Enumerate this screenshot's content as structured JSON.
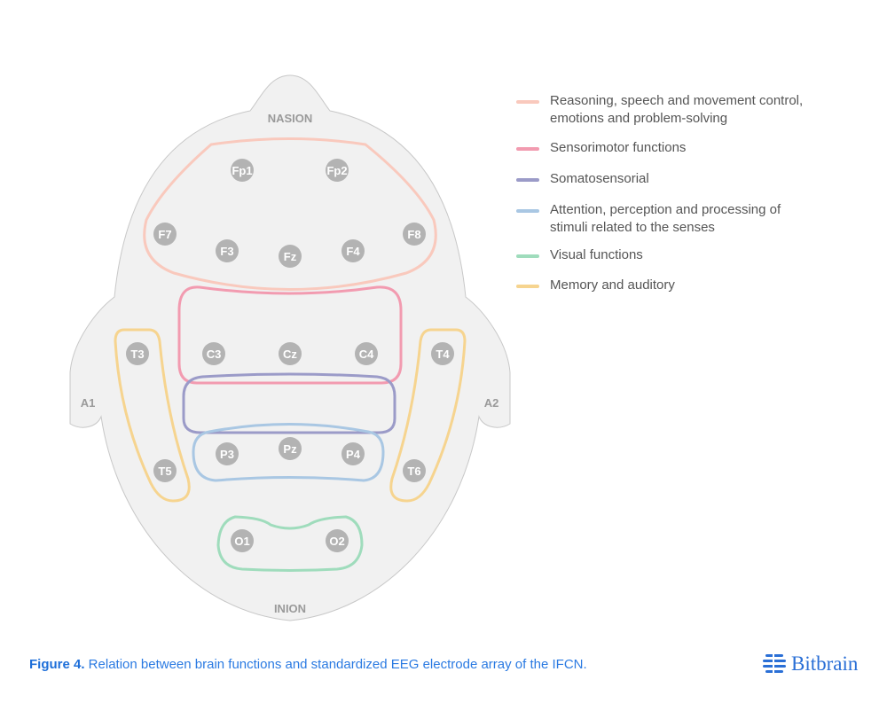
{
  "labels": {
    "nasion": "NASION",
    "inion": "INION",
    "a1": "A1",
    "a2": "A2"
  },
  "electrodes": [
    "Fp1",
    "Fp2",
    "F7",
    "F3",
    "Fz",
    "F4",
    "F8",
    "T3",
    "C3",
    "Cz",
    "C4",
    "T4",
    "P3",
    "Pz",
    "P4",
    "T5",
    "T6",
    "O1",
    "O2"
  ],
  "legend": [
    {
      "label": "Reasoning, speech and movement control, emotions and problem-solving",
      "color": "#f9c9bd"
    },
    {
      "label": "Sensorimotor functions",
      "color": "#f29bb0"
    },
    {
      "label": "Somatosensorial",
      "color": "#9b9bc8"
    },
    {
      "label": "Attention, perception and processing of stimuli related to the senses",
      "color": "#a9c7e3"
    },
    {
      "label": "Visual functions",
      "color": "#9fdcbc"
    },
    {
      "label": "Memory and auditory",
      "color": "#f6d48f"
    }
  ],
  "caption": {
    "bold": "Figure 4.",
    "text": " Relation between brain functions and standardized EEG electrode array of the IFCN."
  },
  "logo": {
    "text": "Bitbrain",
    "icon": "bitbrain-logo-icon"
  }
}
